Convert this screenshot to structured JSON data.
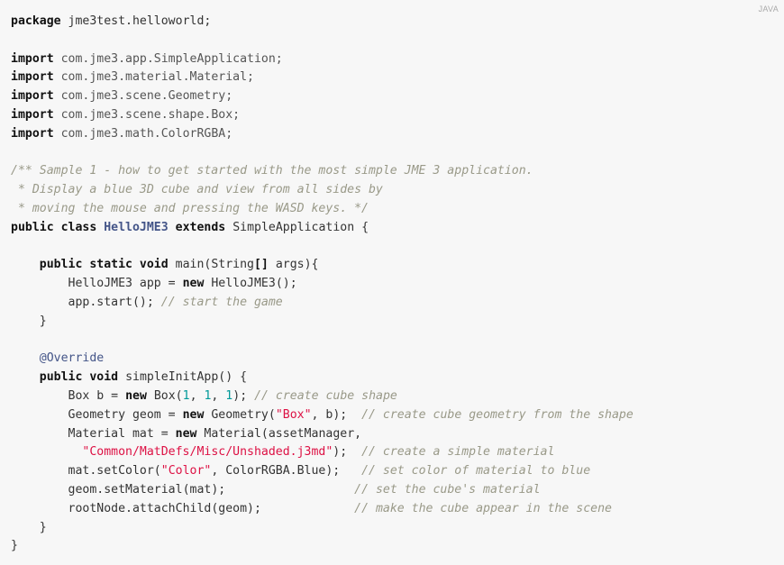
{
  "language_label": "JAVA",
  "colors": {
    "background": "#f7f7f7",
    "keyword": "#111111",
    "class_name": "#445588",
    "string": "#dd1144",
    "number": "#009999",
    "comment": "#999988",
    "annotation": "#445588"
  },
  "code": {
    "package": {
      "kw": "package",
      "name": "jme3test.helloworld;"
    },
    "imports": [
      {
        "kw": "import",
        "path": "com.jme3.app.SimpleApplication;"
      },
      {
        "kw": "import",
        "path": "com.jme3.material.Material;"
      },
      {
        "kw": "import",
        "path": "com.jme3.scene.Geometry;"
      },
      {
        "kw": "import",
        "path": "com.jme3.scene.shape.Box;"
      },
      {
        "kw": "import",
        "path": "com.jme3.math.ColorRGBA;"
      }
    ],
    "doc_comment": [
      "/** Sample 1 - how to get started with the most simple JME 3 application.",
      " * Display a blue 3D cube and view from all sides by",
      " * moving the mouse and pressing the WASD keys. */"
    ],
    "class_decl": {
      "kw1": "public class",
      "name": "HelloJME3",
      "kw2": "extends",
      "rest": "SimpleApplication {"
    },
    "main": {
      "kw": "public static void",
      "sig_a": "main(String",
      "brackets": "[]",
      "sig_b": "args){",
      "l1_a": "HelloJME3 app = ",
      "l1_kw": "new",
      "l1_b": "HelloJME3();",
      "l2_code": "app.start(); ",
      "l2_comment": "// start the game",
      "close": "}"
    },
    "annotation": "@Override",
    "init": {
      "kw": "public void",
      "sig": "simpleInitApp() {",
      "box": {
        "a": "Box b = ",
        "kw": "new",
        "b": "Box(",
        "n1": "1",
        "sep1": ", ",
        "n2": "1",
        "sep2": ", ",
        "n3": "1",
        "c": "); ",
        "comment": "// create cube shape"
      },
      "geom": {
        "a": "Geometry geom = ",
        "kw": "new",
        "b": "Geometry(",
        "str": "\"Box\"",
        "c": ", b);  ",
        "comment": "// create cube geometry from the shape"
      },
      "mat1": {
        "a": "Material mat = ",
        "kw": "new",
        "b": "Material(assetManager,"
      },
      "mat2": {
        "str": "\"Common/MatDefs/Misc/Unshaded.j3md\"",
        "c": ");  ",
        "comment": "// create a simple material"
      },
      "color": {
        "a": "mat.setColor(",
        "str": "\"Color\"",
        "b": ", ColorRGBA.Blue);   ",
        "comment": "// set color of material to blue"
      },
      "setmat": {
        "a": "geom.setMaterial(mat);                  ",
        "comment": "// set the cube's material"
      },
      "attach": {
        "a": "rootNode.attachChild(geom);             ",
        "comment": "// make the cube appear in the scene"
      },
      "close": "}"
    },
    "class_close": "}"
  }
}
